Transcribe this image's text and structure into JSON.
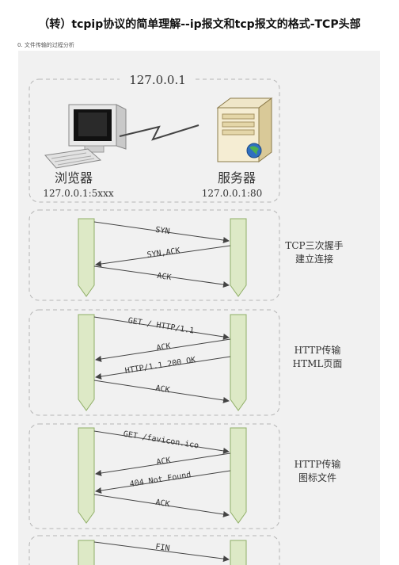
{
  "page": {
    "title": "（转）tcpip协议的简单理解--ip报文和tcp报文的格式-TCP头部",
    "subtitle": "0. 文件传输的过程分析"
  },
  "diagram": {
    "ip_address": "127.0.0.1",
    "client": {
      "name": "浏览器",
      "address": "127.0.0.1:5xxx"
    },
    "server": {
      "name": "服务器",
      "address": "127.0.0.1:80"
    },
    "sections": [
      {
        "note_line1": "TCP三次握手",
        "note_line2": "建立连接",
        "messages": [
          "SYN",
          "SYN,ACK",
          "ACK"
        ]
      },
      {
        "note_line1": "HTTP传输",
        "note_line2": "HTML页面",
        "messages": [
          "GET / HTTP/1.1",
          "ACK",
          "HTTP/1.1 200 OK",
          "ACK"
        ]
      },
      {
        "note_line1": "HTTP传输",
        "note_line2": "图标文件",
        "messages": [
          "GET /favicon.ico",
          "ACK",
          "404 Not Found",
          "ACK"
        ]
      },
      {
        "note_line1": "",
        "note_line2": "",
        "messages": [
          "FIN"
        ]
      }
    ]
  },
  "colors": {
    "lane_fill": "#dde9c6",
    "lane_stroke": "#8fae66",
    "box_stroke": "#b5b5b5",
    "figure_bg": "#f1f1f1"
  }
}
